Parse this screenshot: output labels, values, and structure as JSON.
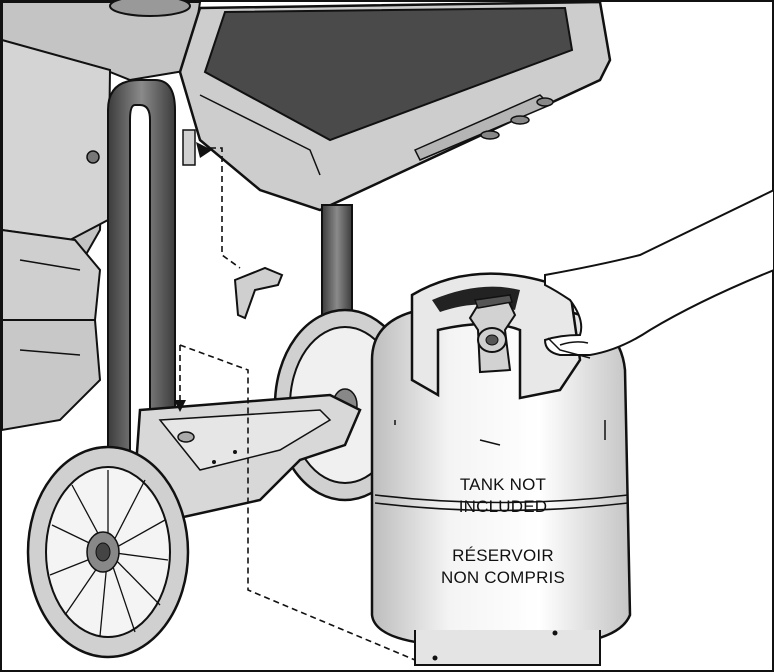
{
  "illustration": {
    "subject": "grill-cart-with-propane-tank",
    "tank_label_en": [
      "TANK NOT",
      "INCLUDED"
    ],
    "tank_label_fr": [
      "RÉSERVOIR",
      "NON COMPRIS"
    ]
  },
  "colors": {
    "outline": "#111111",
    "body_gray": "#c9c9c9",
    "light_gray": "#e6e6e6",
    "dark_gray": "#555555",
    "shelf_dark": "#4a4a4a",
    "tank_white": "#f2f2f2"
  }
}
